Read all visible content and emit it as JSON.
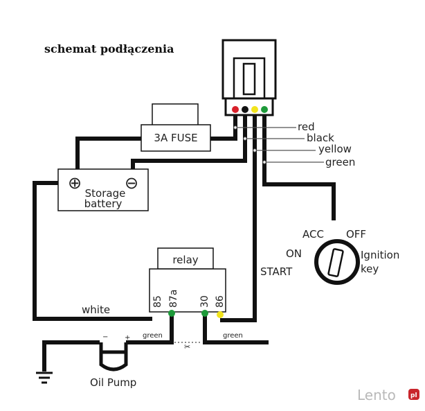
{
  "title": "schemat podłączenia",
  "connector": {
    "pin_colors": [
      "#d8202a",
      "#111111",
      "#f2e41c",
      "#1e9a3a"
    ]
  },
  "fuse": {
    "label": "3A FUSE"
  },
  "wire_labels": {
    "red": "red",
    "black": "black",
    "yellow": "yellow",
    "green": "green"
  },
  "battery": {
    "plus": "⊕",
    "minus": "⊖",
    "line1": "Storage",
    "line2": "battery"
  },
  "ignition": {
    "acc": "ACC",
    "off": "OFF",
    "on": "ON",
    "start": "START",
    "label1": "Ignition",
    "label2": "key"
  },
  "relay": {
    "label": "relay",
    "pins": [
      "85",
      "87a",
      "30",
      "86"
    ]
  },
  "wires": {
    "white": "white",
    "green_left": "green",
    "green_right": "green"
  },
  "pump": {
    "minus": "−",
    "plus": "+",
    "label": "Oil Pump"
  },
  "watermark": {
    "text": "Lento",
    "badge": "pl"
  }
}
